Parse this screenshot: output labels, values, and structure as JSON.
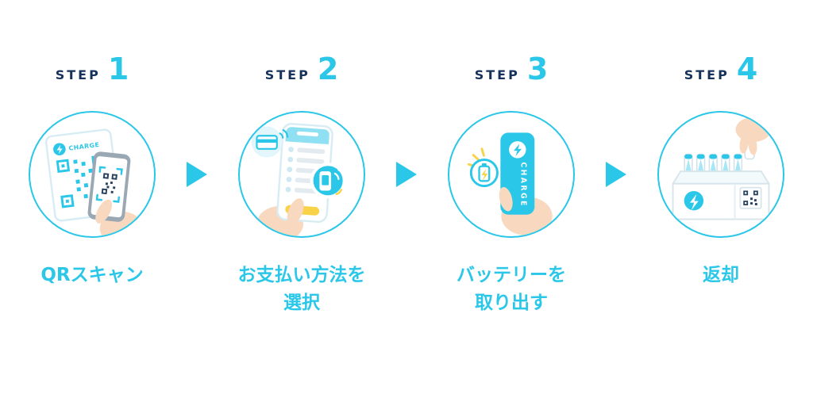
{
  "page": {
    "background": "#ffffff"
  },
  "colors": {
    "accent_teal": "#2bc7e9",
    "navy": "#17325a",
    "yellow": "#f8d348",
    "skin": "#f8d8bf",
    "light_line": "#d8e6ec",
    "qr_navy": "#27415f"
  },
  "steps": [
    {
      "label": "STEP",
      "number": "1",
      "caption": "QRスキャン",
      "illustration": "phone-scanning-qr-code"
    },
    {
      "label": "STEP",
      "number": "2",
      "caption": "お支払い方法を\n選択",
      "illustration": "phone-payment-method-selection"
    },
    {
      "label": "STEP",
      "number": "3",
      "caption": "バッテリーを\n取り出す",
      "illustration": "hand-holding-charge-battery"
    },
    {
      "label": "STEP",
      "number": "4",
      "caption": "返却",
      "illustration": "returning-battery-to-station"
    }
  ],
  "illustrations": {
    "charge_text": "CHARGE"
  }
}
